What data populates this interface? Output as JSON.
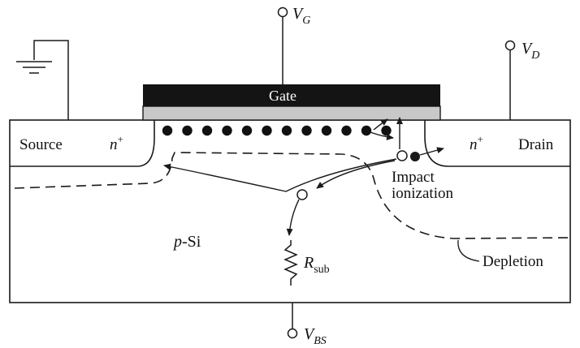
{
  "title": "",
  "labels": {
    "vg_main": "V",
    "vg_sub": "G",
    "vd_main": "V",
    "vd_sub": "D",
    "vbs_main": "V",
    "vbs_sub": "BS",
    "gate": "Gate",
    "source": "Source",
    "drain": "Drain",
    "n_plus_left": "n",
    "n_plus_right": "n",
    "plus_sup": "+",
    "impact_line1": "Impact",
    "impact_line2": "ionization",
    "psi_italic": "p",
    "psi_rest": "-Si",
    "rsub_main": "R",
    "rsub_sub": "sub",
    "depletion": "Depletion"
  },
  "colors": {
    "gate": "#141414",
    "oxide": "#c8c8c8",
    "line": "#1a1a1a",
    "background": "#ffffff"
  },
  "channel_electron_count": 12,
  "icons": {
    "ground": "ground-symbol-icon",
    "resistor": "resistor-zigzag-icon",
    "terminal": "open-circle-terminal-icon",
    "hole": "hole-open-circle-icon",
    "electron": "electron-filled-dot-icon"
  }
}
